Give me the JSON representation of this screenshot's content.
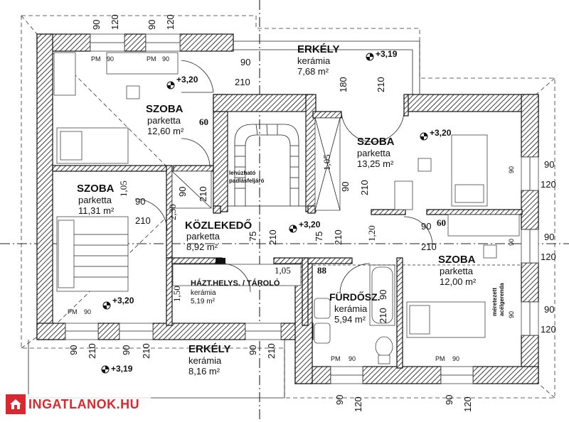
{
  "rooms": [
    {
      "id": "szoba1",
      "name": "SZOBA",
      "material": "parketta",
      "area": "12,60 m²"
    },
    {
      "id": "szoba2",
      "name": "SZOBA",
      "material": "parketta",
      "area": "11,31 m²"
    },
    {
      "id": "szoba3",
      "name": "SZOBA",
      "material": "parketta",
      "area": "13,25 m²"
    },
    {
      "id": "szoba4",
      "name": "SZOBA",
      "material": "parketta",
      "area": "12,00 m²"
    },
    {
      "id": "kozlekedo",
      "name": "KÖZLEKEDŐ",
      "material": "parketta",
      "area": "8,92 m²"
    },
    {
      "id": "haztart",
      "name": "HÁZT.HELYS. / TÁROLÓ",
      "material": "kerámia",
      "area": "5,19 m²"
    },
    {
      "id": "furdo",
      "name": "FÜRDŐSZ.",
      "material": "kerámia",
      "area": "5,94 m²"
    },
    {
      "id": "erkely1",
      "name": "ERKÉLY",
      "material": "kerámia",
      "area": "7,68 m²"
    },
    {
      "id": "erkely2",
      "name": "ERKÉLY",
      "material": "kerámia",
      "area": "8,16 m²"
    }
  ],
  "levels": {
    "l1": "+3,19",
    "l2": "+3,20",
    "l3": "+3,20",
    "l4": "+3,20",
    "l5": "+3,20",
    "l6": "+3,19"
  },
  "labels": {
    "attic_ladder_1": "lehúzható",
    "attic_ladder_2": "padlásfeljáró",
    "lintel_1": "méretezett",
    "lintel_2": "acélgerenda",
    "pm": "PM"
  },
  "dims": {
    "d90": "90",
    "d120": "120",
    "d210": "210",
    "d180": "180",
    "d60": "60",
    "d75": "75",
    "d88": "88",
    "d105": "1,05",
    "d150": "1,50",
    "d230": "2,30",
    "d120c": "1,20"
  },
  "watermark": {
    "text": "INGATLANOK.HU"
  }
}
